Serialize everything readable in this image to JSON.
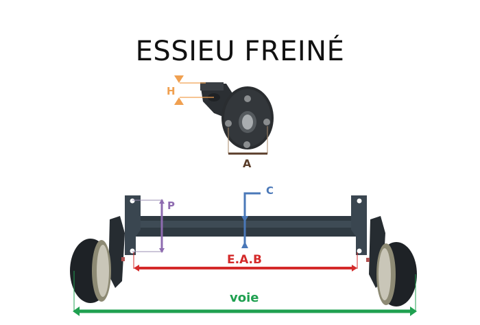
{
  "title": "ESSIEU FREINÉ",
  "hub_view": {
    "labels": {
      "height": "H",
      "width": "A"
    },
    "colors": {
      "height": "#f0a050",
      "width": "#5a3d2a"
    }
  },
  "axle_view": {
    "labels": {
      "bracket_height": "P",
      "axle_load_point": "C",
      "bracket_spacing": "E.A.B",
      "track_width": "voie"
    },
    "colors": {
      "bracket_height": "#8e6bb0",
      "axle_load_point": "#4a78b8",
      "bracket_spacing": "#d42a2a",
      "track_width": "#1fa050"
    }
  }
}
